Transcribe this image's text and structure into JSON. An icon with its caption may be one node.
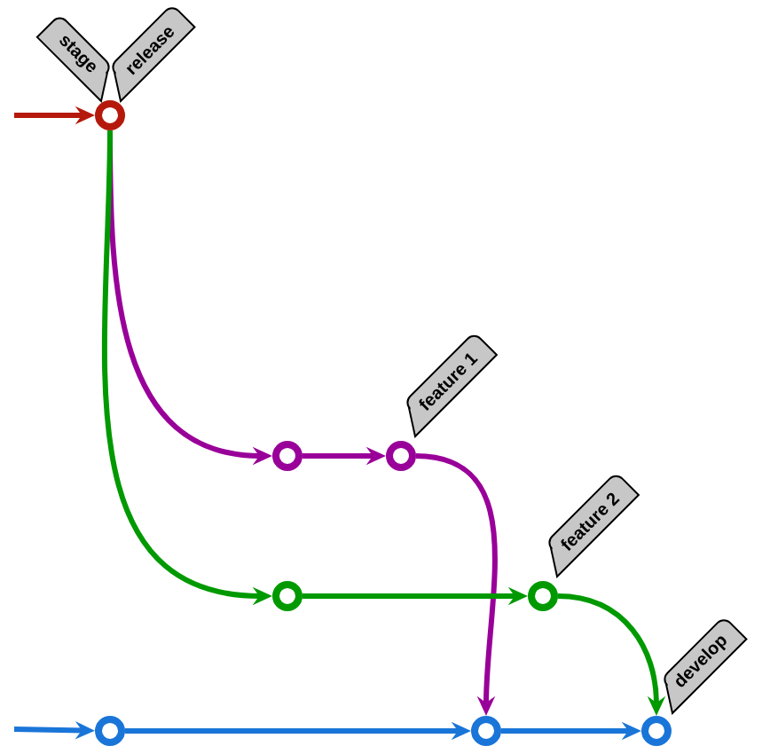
{
  "diagram": {
    "nodes": [
      {
        "text": [
          "stage"
        ]
      },
      {
        "text": [
          "release"
        ]
      },
      {
        "text": [],
        "shape": "circle"
      },
      {
        "text": [],
        "shape": "circle"
      },
      {
        "text": [],
        "shape": "circle"
      },
      {
        "text": [
          "feature 1"
        ]
      },
      {
        "text": [],
        "shape": "circle"
      },
      {
        "text": [],
        "shape": "circle"
      },
      {
        "text": [
          "feature 2"
        ]
      },
      {
        "text": [],
        "shape": "circle"
      },
      {
        "text": [],
        "shape": "circle"
      },
      {
        "text": [],
        "shape": "circle"
      },
      {
        "text": [
          "develop"
        ]
      }
    ],
    "edges": [
      {
        "from": null,
        "to": 2,
        "arrow": "to",
        "color": "#b5190c"
      },
      {
        "from": 2,
        "to": 3,
        "arrow": "to",
        "color": "#990099"
      },
      {
        "from": 3,
        "to": 4,
        "arrow": "to",
        "color": "#990099"
      },
      {
        "from": 4,
        "to": 10,
        "arrow": "to",
        "color": "#990099"
      },
      {
        "from": 2,
        "to": 6,
        "arrow": "to",
        "color": "#009900"
      },
      {
        "from": 6,
        "to": 7,
        "arrow": "to",
        "color": "#009900"
      },
      {
        "from": 7,
        "to": 11,
        "arrow": "to",
        "color": "#009900"
      },
      {
        "from": null,
        "to": 9,
        "arrow": "to",
        "color": "#1a75d8"
      },
      {
        "from": 9,
        "to": 10,
        "arrow": "to",
        "color": "#1a75d8"
      },
      {
        "from": 10,
        "to": 11,
        "arrow": "to",
        "color": "#1a75d8"
      }
    ]
  }
}
